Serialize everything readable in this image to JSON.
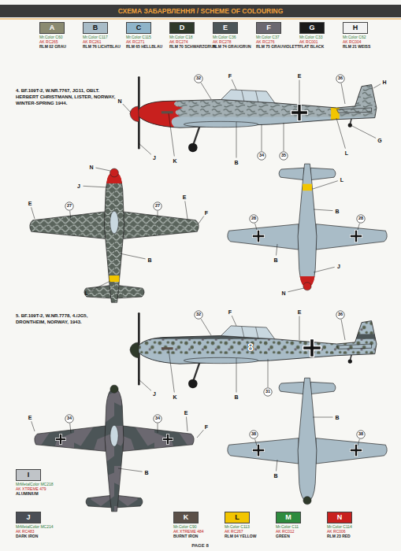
{
  "diagram": {
    "title": "СХЕМА ЗАБАРВЛЕННЯ / SCHEME OF COLOURING",
    "nodes": [
      {
        "text": [
          "A",
          "Mr.Color C60",
          "AK RC265",
          "RLM 02 GRAU"
        ]
      },
      {
        "text": [
          "B",
          "Mr.Color C117",
          "AK RC261",
          "RLM 76 LICHTBLAU"
        ]
      },
      {
        "text": [
          "C",
          "Mr.Color C115",
          "AK RC271",
          "RLM 65 HELLBLAU"
        ]
      },
      {
        "text": [
          "D",
          "Mr.Color C18",
          "AK RC274",
          "RLM 70 SCHWARZGRUN"
        ]
      },
      {
        "text": [
          "E",
          "Mr.Color C36",
          "AK RC278",
          "RLM 74 GRAUGRUN"
        ]
      },
      {
        "text": [
          "F",
          "Mr.Color C37",
          "AK RC276",
          "RLM 75 GRAUVIOLETT"
        ]
      },
      {
        "text": [
          "G",
          "Mr.Color C33",
          "AK RC001",
          "FLAT BLACK"
        ]
      },
      {
        "text": [
          "H",
          "Mr.Color C62",
          "AK RC004",
          "RLM 21 WEISS"
        ]
      },
      {
        "text": [
          "I",
          "MrMetalColor MC218",
          "AK XTREME 479",
          "ALUMINIUM"
        ]
      },
      {
        "text": [
          "J",
          "MrMetalColor MC214",
          "AK RC483",
          "DARK IRON"
        ]
      },
      {
        "text": [
          "K",
          "Mr.Color C90",
          "AK XTREME 484",
          "BURNT IRON"
        ]
      },
      {
        "text": [
          "L",
          "Mr.Color C113",
          "AK RC267",
          "RLM 04 YELLOW"
        ]
      },
      {
        "text": [
          "M",
          "Mr.Color C11",
          "AK RC012",
          "GREEN"
        ]
      },
      {
        "text": [
          "N",
          "Mr.Color C114",
          "AK RC006",
          "RLM 23 RED"
        ]
      }
    ],
    "labels": [
      "4. BF.109T-2, W.NR.7767, JG11, OBLT. HERBERT CHRISTMANN, LISTER, NORWAY, WINTER-SPRING 1944.",
      "5. BF.109T-2, W.NR.7778, 4./JG5, DRONTHEIM, NORWAY, 1943.",
      "8",
      "PAGE 8",
      "N",
      "F",
      "E",
      "32",
      "36",
      "H",
      "J",
      "K",
      "B",
      "34",
      "35",
      "L",
      "G",
      "N",
      "J",
      "E",
      "27",
      "27",
      "E",
      "F",
      "B",
      "L",
      "L",
      "B",
      "28",
      "28",
      "B",
      "J",
      "N",
      "F",
      "E",
      "32",
      "36",
      "J",
      "K",
      "B",
      "31",
      "E",
      "34",
      "34",
      "E",
      "F",
      "B",
      "38",
      "38",
      "B",
      "B"
    ]
  }
}
